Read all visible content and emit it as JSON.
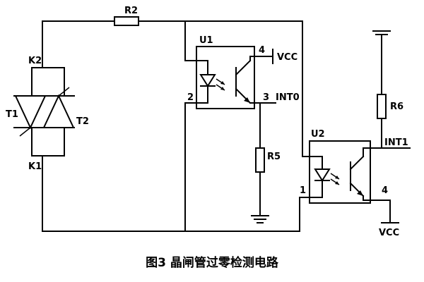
{
  "diagram": {
    "components": {
      "r2": "R2",
      "r5": "R5",
      "r6": "R6",
      "u1": "U1",
      "u2": "U2",
      "t1": "T1",
      "t2": "T2",
      "k1": "K1",
      "k2": "K2"
    },
    "pins": {
      "u1_pin4": "4",
      "u1_pin2": "2",
      "u1_pin3": "3",
      "u2_pin1": "1",
      "u2_pin4": "4"
    },
    "nets": {
      "vcc_u1": "VCC",
      "vcc_u2": "VCC",
      "int0": "INT0",
      "int1": "INT1"
    },
    "caption": "图3  晶闸管过零检测电路"
  }
}
